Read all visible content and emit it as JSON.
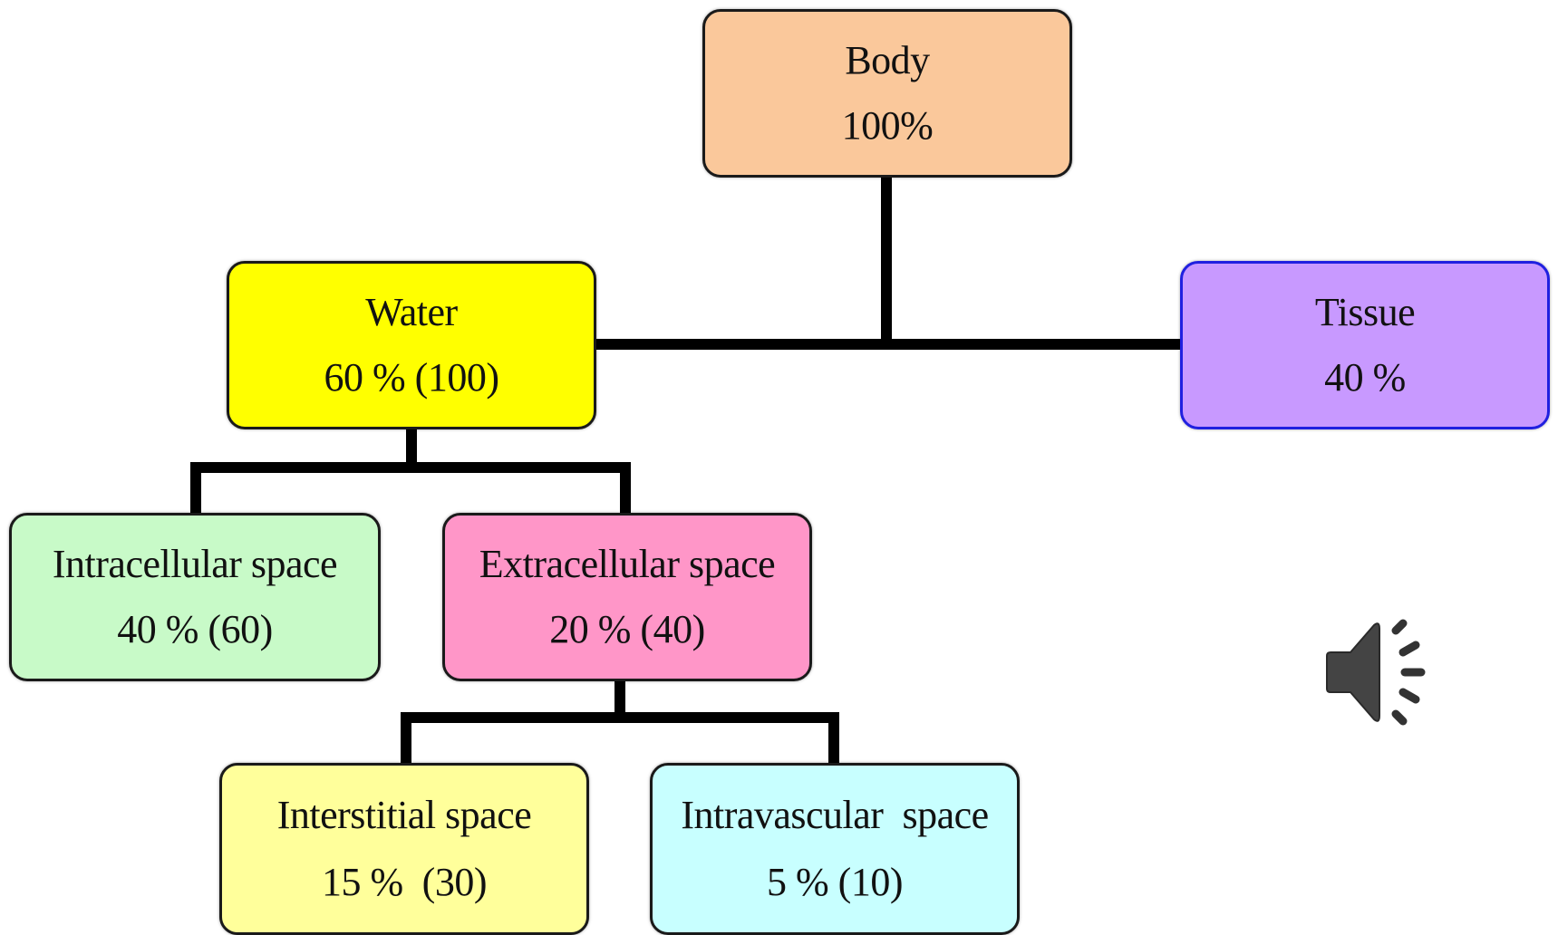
{
  "nodes": {
    "body": {
      "name": "Body",
      "value": "100%"
    },
    "water": {
      "name": "Water",
      "value": "60 % (100)"
    },
    "tissue": {
      "name": "Tissue",
      "value": "40 %"
    },
    "intracellular": {
      "name": "Intracellular space",
      "value": "40 % (60)"
    },
    "extracellular": {
      "name": "Extracellular space",
      "value": "20 % (40)"
    },
    "interstitial": {
      "name": "Interstitial space",
      "value": "15 %  (30)"
    },
    "intravascular": {
      "name": "Intravascular  space",
      "value": "5 % (10)"
    }
  },
  "colors": {
    "body": "#fac89b",
    "water": "#ffff00",
    "tissue": "#c899ff",
    "intracellular": "#c8fac8",
    "extracellular": "#ff96c8",
    "interstitial": "#ffff9b",
    "intravascular": "#c8ffff",
    "connector": "#000000"
  },
  "icons": {
    "audio": "speaker-sound-icon"
  }
}
